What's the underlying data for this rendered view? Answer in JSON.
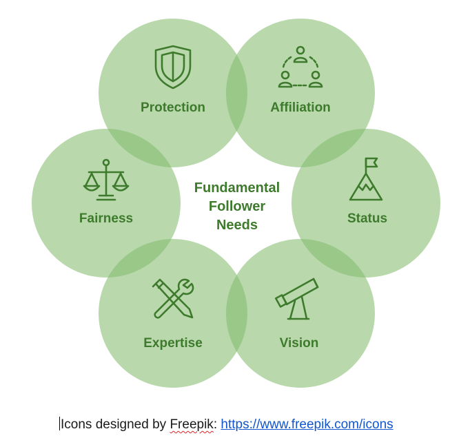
{
  "diagram": {
    "center_lines": [
      "Fundamental",
      "Follower",
      "Needs"
    ],
    "petals": [
      {
        "label": "Protection",
        "icon": "shield-icon"
      },
      {
        "label": "Affiliation",
        "icon": "group-icon"
      },
      {
        "label": "Status",
        "icon": "mountain-flag-icon"
      },
      {
        "label": "Vision",
        "icon": "telescope-icon"
      },
      {
        "label": "Expertise",
        "icon": "tools-icon"
      },
      {
        "label": "Fairness",
        "icon": "scale-icon"
      }
    ],
    "colors": {
      "circle": "#7fba6a",
      "text": "#3d7a2c",
      "icon": "#3d7a2c"
    }
  },
  "caption": {
    "prefix": "Icons designed by ",
    "brand": "Freepik",
    "sep": ": ",
    "link": "https://www.freepik.com/icons"
  }
}
